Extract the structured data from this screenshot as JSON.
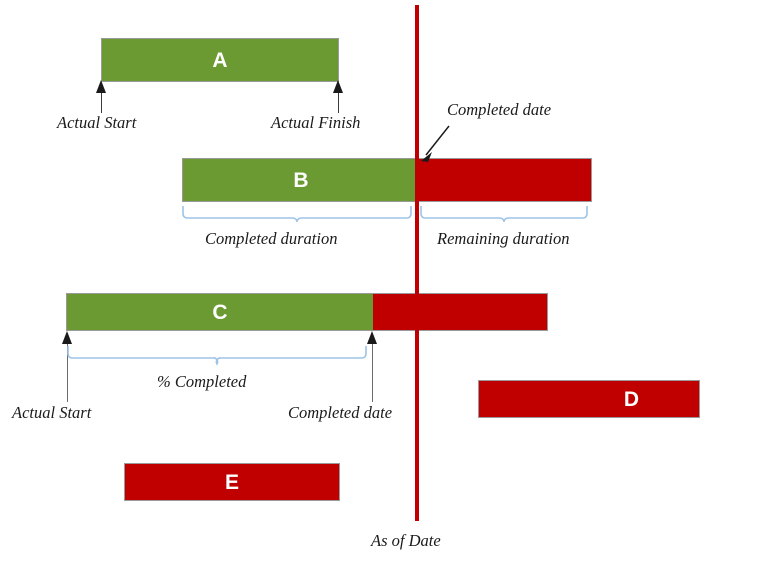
{
  "diagram": {
    "title": "Gantt bar status legend relative to As of Date",
    "colors": {
      "completed": "#6a9a31",
      "remaining": "#c00000",
      "asof_line": "#c00000",
      "brace": "#9dc3e6",
      "arrow": "#3b3b3b",
      "bar_border": "#9a9a9a",
      "label_text": "#ffffff",
      "anno_text": "#1a1a1a",
      "background": "#ffffff"
    },
    "asof_label": "As of Date",
    "bars": [
      {
        "id": "A",
        "label": "A",
        "completed_pct": 100,
        "state": "finished-before-as-of-date"
      },
      {
        "id": "B",
        "label": "B",
        "completed_pct": 57,
        "state": "in-progress-on-track"
      },
      {
        "id": "C",
        "label": "C",
        "completed_pct": 63,
        "state": "in-progress-behind"
      },
      {
        "id": "D",
        "label": "D",
        "completed_pct": 0,
        "state": "not-started-future"
      },
      {
        "id": "E",
        "label": "E",
        "completed_pct": 0,
        "state": "not-started-overdue"
      }
    ],
    "annotations": {
      "a_actual_start": "Actual Start",
      "a_actual_finish": "Actual Finish",
      "b_completed_date": "Completed date",
      "b_completed_duration": "Completed duration",
      "b_remaining_duration": "Remaining duration",
      "c_percent_completed": "% Completed",
      "c_actual_start": "Actual Start",
      "c_completed_date": "Completed date"
    }
  }
}
